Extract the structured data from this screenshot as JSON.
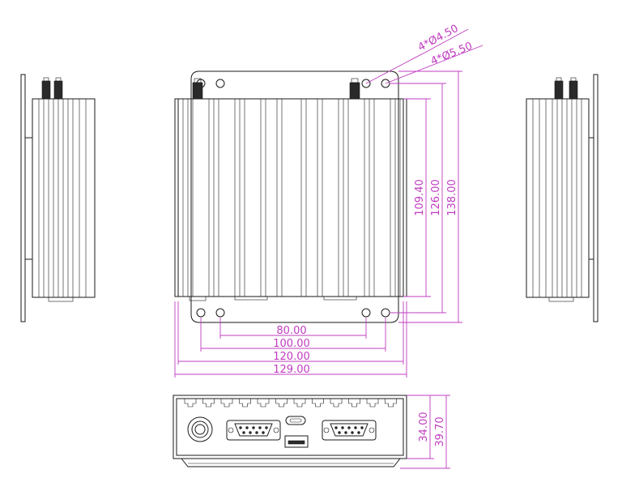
{
  "dimensions": {
    "hole_small": "4*Ø4.50",
    "hole_large": "4*Ø5.50",
    "height_109": "109.40",
    "height_126": "126.00",
    "height_138": "138.00",
    "width_80": "80.00",
    "width_100": "100.00",
    "width_120": "120.00",
    "width_129": "129.00",
    "depth_34": "34.00",
    "depth_39": "39.70"
  },
  "colors": {
    "line": "#1a1a1a",
    "dimension": "#c03cc0"
  }
}
